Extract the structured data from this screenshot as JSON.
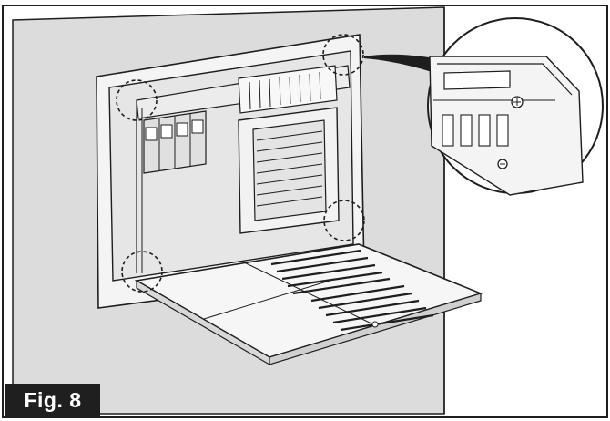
{
  "figure": {
    "label": "Fig. 8"
  },
  "colors": {
    "wall": "#dcdcdc",
    "outline": "#1e1e1e",
    "panel_fill": "#f4f4f4",
    "callout_fill": "#ffffff",
    "label_bg": "#1f1f1f",
    "label_text": "#ffffff"
  },
  "icons": [
    "dashed-circle-marker",
    "screw-icon",
    "zoom-callout"
  ]
}
